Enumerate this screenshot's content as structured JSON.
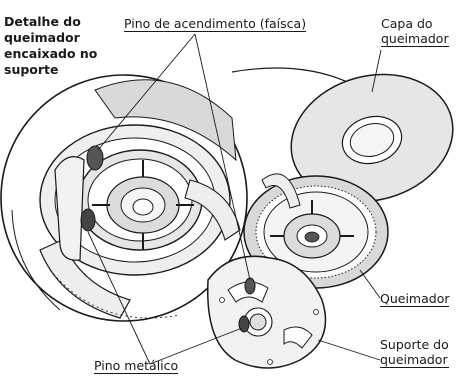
{
  "labels": {
    "detail_lines": [
      "Detalhe do",
      "queimador",
      "encaixado no",
      "suporte"
    ],
    "ignition_pin": "Pino de acendimento (faísca)",
    "cap_lines": [
      "Capa do",
      "queimador"
    ],
    "burner": "Queimador",
    "support_lines": [
      "Suporte do",
      "queimador"
    ],
    "metal_pin": "Pino metálico"
  },
  "colors": {
    "line": "#1a1a1a",
    "ring_fill": "#e6e6e6",
    "ring_dark": "#bdbdbd",
    "pin_fill": "#555555"
  }
}
